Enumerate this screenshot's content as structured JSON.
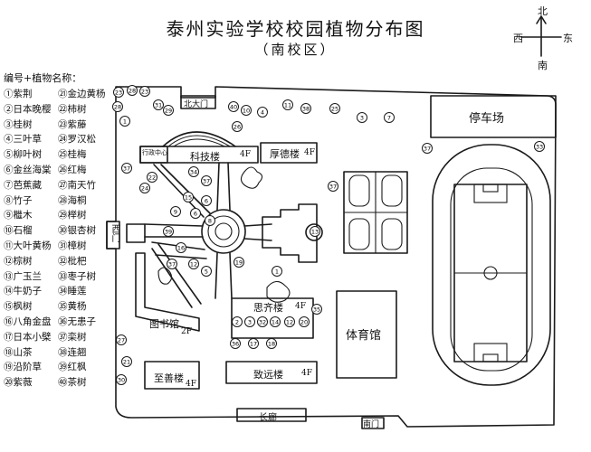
{
  "title": "泰州实验学校校园植物分布图",
  "subtitle": "（南校区）",
  "compass": {
    "north": "北",
    "south": "南",
    "east": "东",
    "west": "西"
  },
  "legend": {
    "header": "编号+植物名称：",
    "items": [
      "①紫荆",
      "②日本晚樱",
      "③桂树",
      "④三叶草",
      "⑤柳叶树",
      "⑥金丝海棠",
      "⑦芭蕉藏",
      "⑧竹子",
      "⑨檵木",
      "⑩石榴",
      "⑪大叶黄杨",
      "⑫棕树",
      "⑬广玉兰",
      "⑭牛奶子",
      "⑮枫树",
      "⑯八角金盘",
      "⑰日本小檗",
      "⑱山茶",
      "⑲沿阶草",
      "⑳紫薇",
      "㉑金边黄杨",
      "㉒柿树",
      "㉓紫藤",
      "㉔罗汉松",
      "㉕桂梅",
      "㉖红梅",
      "㉗南天竹",
      "㉘海桐",
      "㉙榉树",
      "㉚银杏树",
      "㉛樟树",
      "㉜枇杷",
      "㉝枣子树",
      "㉞睡莲",
      "㉟黄杨",
      "㊱无患子",
      "㊲栾树",
      "㊳连翘",
      "㊴红枫",
      "㊵茶树"
    ]
  },
  "labels": {
    "north_gate": "北大门",
    "parking": "停车场",
    "science_building": "科技楼",
    "science_floors": "4F",
    "chenyuan_building": "厚德楼",
    "chenyuan_floors": "4F",
    "administration": "行政中心",
    "west_gate": "西门",
    "library": "图书馆",
    "library_floors": "2F",
    "jingwu_building": "思齐楼",
    "jingwu_floors": "4F",
    "gym": "体育馆",
    "zhishan_building": "至善楼",
    "zhishan_floors": "4F",
    "duxue_building": "致远楼",
    "duxue_floors": "4F",
    "corridor": "长廊",
    "south_gate": "南门"
  },
  "plant_markers": [
    {
      "n": "23"
    },
    {
      "n": "28"
    },
    {
      "n": "23"
    },
    {
      "n": "28"
    },
    {
      "n": "1"
    },
    {
      "n": "31"
    },
    {
      "n": "29"
    },
    {
      "n": "40"
    },
    {
      "n": "37"
    },
    {
      "n": "22"
    },
    {
      "n": "24"
    },
    {
      "n": "34"
    },
    {
      "n": "37"
    },
    {
      "n": "15"
    },
    {
      "n": "9"
    },
    {
      "n": "6"
    },
    {
      "n": "6"
    },
    {
      "n": "8"
    },
    {
      "n": "39"
    },
    {
      "n": "16"
    },
    {
      "n": "12"
    },
    {
      "n": "37"
    },
    {
      "n": "5"
    },
    {
      "n": "11"
    },
    {
      "n": "38"
    },
    {
      "n": "25"
    },
    {
      "n": "3"
    },
    {
      "n": "7"
    },
    {
      "n": "10"
    },
    {
      "n": "4"
    },
    {
      "n": "26"
    },
    {
      "n": "37"
    },
    {
      "n": "13"
    },
    {
      "n": "19"
    },
    {
      "n": "1"
    },
    {
      "n": "2"
    },
    {
      "n": "3"
    },
    {
      "n": "32"
    },
    {
      "n": "14"
    },
    {
      "n": "12"
    },
    {
      "n": "20"
    },
    {
      "n": "35"
    },
    {
      "n": "36"
    },
    {
      "n": "17"
    },
    {
      "n": "18"
    },
    {
      "n": "21"
    },
    {
      "n": "27"
    },
    {
      "n": "30"
    },
    {
      "n": "33"
    },
    {
      "n": "37"
    }
  ]
}
